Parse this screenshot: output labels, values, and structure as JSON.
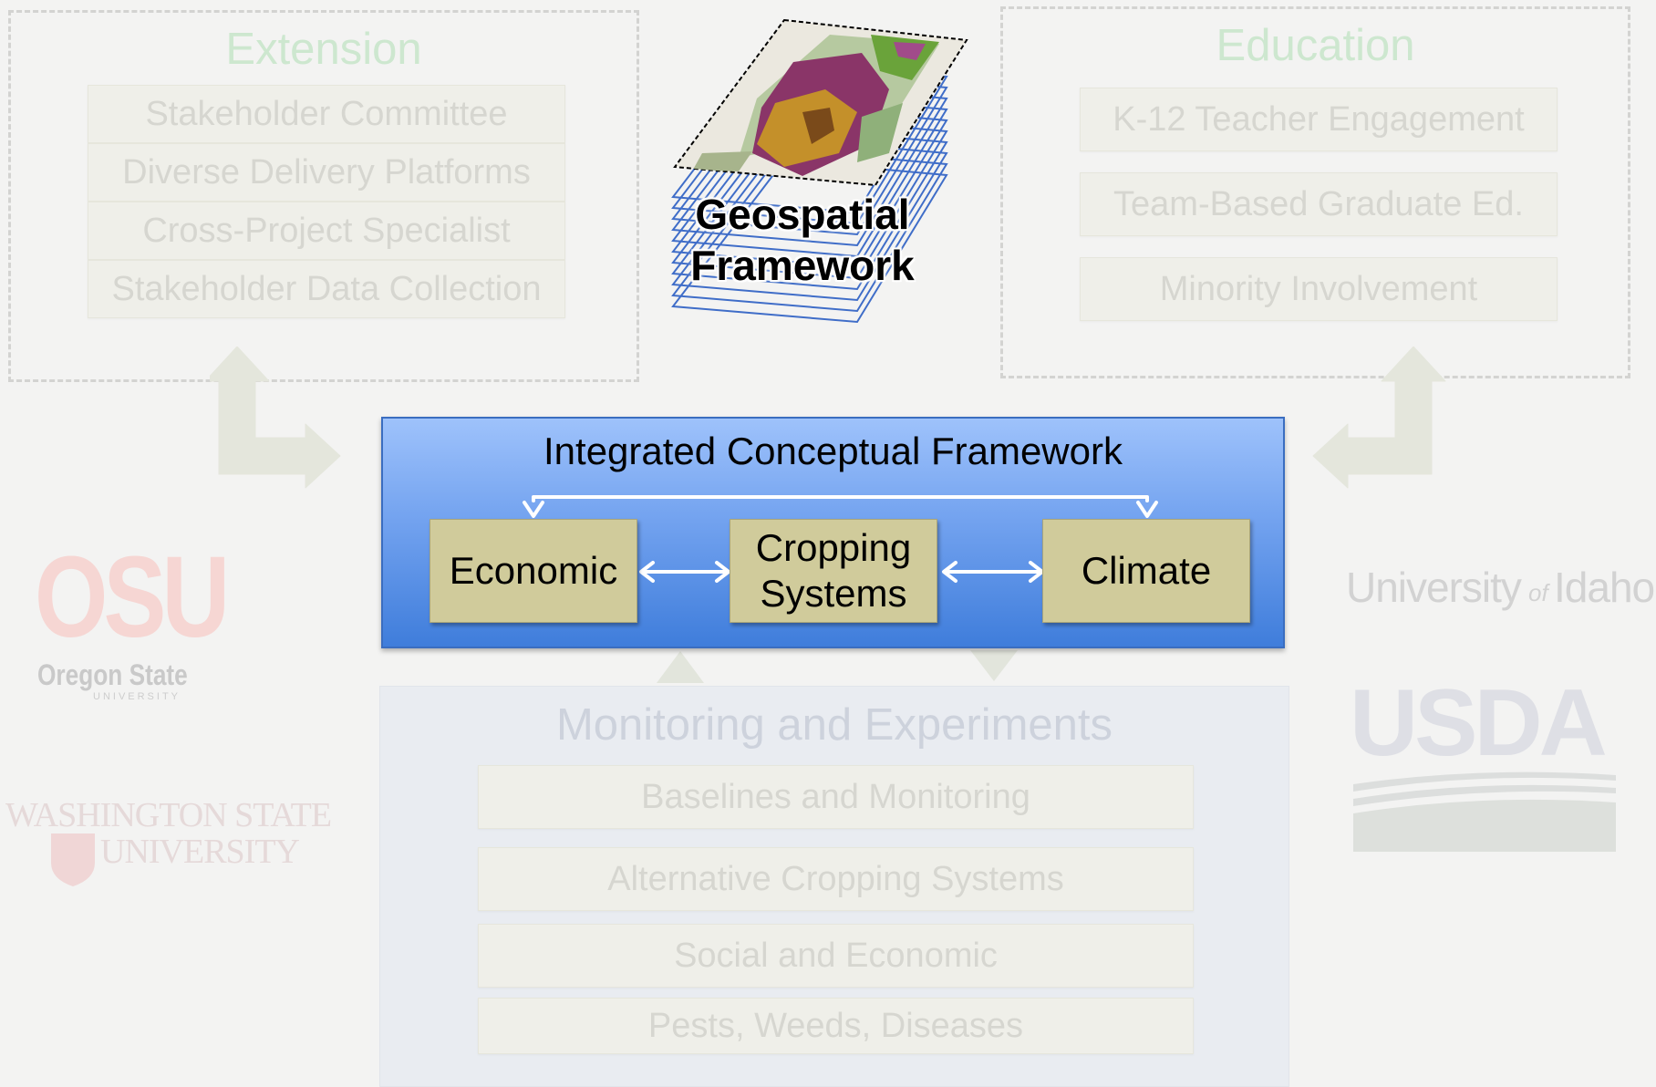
{
  "extension": {
    "title": "Extension",
    "items": [
      "Stakeholder Committee",
      "Diverse  Delivery Platforms",
      "Cross-Project Specialist",
      "Stakeholder Data Collection"
    ]
  },
  "education": {
    "title": "Education",
    "items": [
      "K-12 Teacher Engagement",
      "Team-Based Graduate Ed.",
      "Minority Involvement"
    ]
  },
  "geospatial": {
    "line1": "Geospatial",
    "line2": "Framework"
  },
  "icf": {
    "title": "Integrated Conceptual Framework",
    "nodes": {
      "economic": "Economic",
      "cropping_line1": "Cropping",
      "cropping_line2": "Systems",
      "climate": "Climate"
    }
  },
  "monitoring": {
    "title": "Monitoring and Experiments",
    "items": [
      "Baselines and Monitoring",
      "Alternative Cropping Systems",
      "Social and Economic",
      "Pests, Weeds, Diseases"
    ]
  },
  "logos": {
    "osu_mark": "OSU",
    "osu_name": "Oregon State",
    "osu_sub": "UNIVERSITY",
    "wsu_line1": "WASHINGTON STATE",
    "wsu_line2": "UNIVERSITY",
    "uidaho_a": "University",
    "uidaho_of": "of",
    "uidaho_b": "Idaho",
    "usda": "USDA"
  },
  "colors": {
    "framework_top": "#9ec2fb",
    "framework_bottom": "#3f7ddb",
    "node_fill": "#d0cb9b",
    "faded_title_green": "#cde7cf",
    "osu_red": "#f6d6d3"
  }
}
